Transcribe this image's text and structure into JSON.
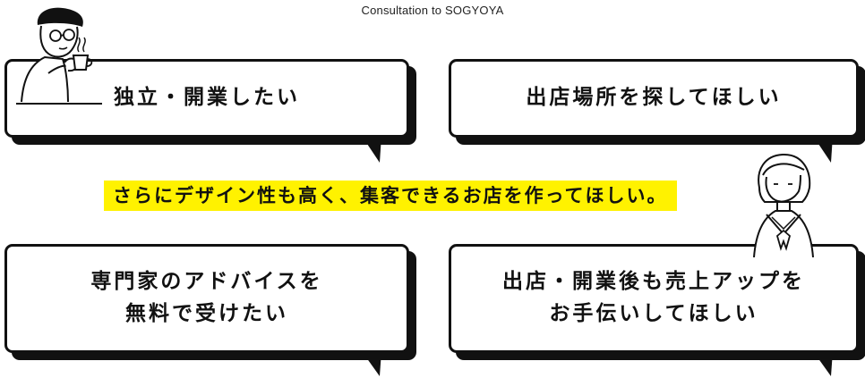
{
  "header": {
    "title": "Consultation to SOGYOYA"
  },
  "bubbles": [
    {
      "text": "独立・開業したい"
    },
    {
      "text": "出店場所を探してほしい"
    },
    {
      "text": "専門家のアドバイスを\n無料で受けたい"
    },
    {
      "text": "出店・開業後も売上アップを\nお手伝いしてほしい"
    }
  ],
  "banner": {
    "text": "さらにデザイン性も高く、集客できるお店を作ってほしい。",
    "color": "#fff200"
  }
}
